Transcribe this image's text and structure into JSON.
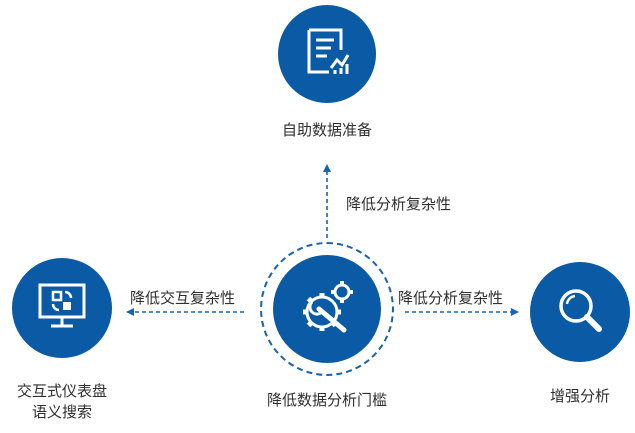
{
  "nodes": {
    "top": {
      "label": "自助数据准备",
      "icon": "data-report-icon"
    },
    "center": {
      "label": "降低数据分析门槛",
      "icon": "gears-wrench-icon"
    },
    "left": {
      "label_line1": "交互式仪表盘",
      "label_line2": "语义搜索",
      "icon": "dashboard-monitor-icon"
    },
    "right": {
      "label": "增强分析",
      "icon": "magnifier-icon"
    }
  },
  "edges": {
    "to_top": {
      "label": "降低分析复杂性"
    },
    "to_left": {
      "label": "降低交互复杂性"
    },
    "to_right": {
      "label": "降低分析复杂性"
    }
  },
  "colors": {
    "primary": "#0b5aa6",
    "ring": "#1a63ad",
    "arrow": "#1a63ad",
    "text": "#2f2f2f"
  }
}
